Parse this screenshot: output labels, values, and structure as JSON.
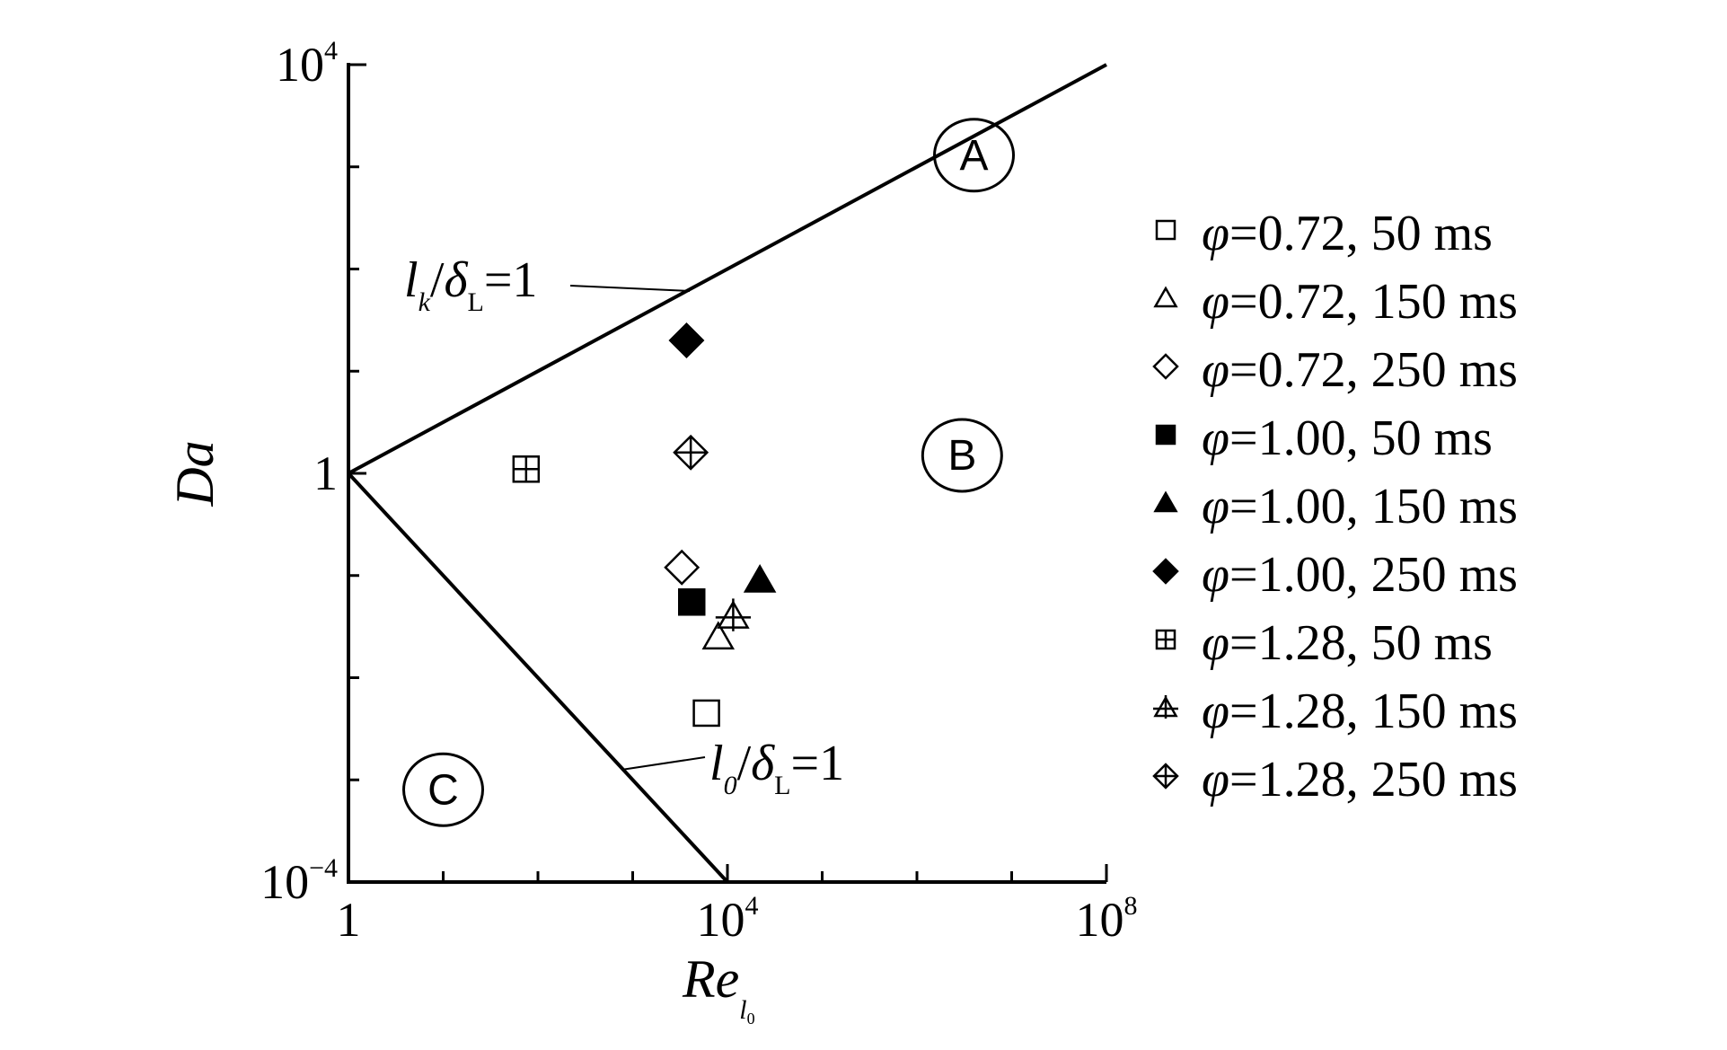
{
  "chart_data": {
    "type": "scatter",
    "title": "",
    "xlabel": {
      "main": "Re",
      "sub": "l",
      "subsub": "0"
    },
    "ylabel": "Da",
    "xscale": "log",
    "yscale": "log",
    "xlim": [
      1,
      100000000
    ],
    "ylim": [
      0.0001,
      10000
    ],
    "grid": false,
    "legend_position": "right",
    "x_ticks": [
      {
        "value": 1,
        "base": "1",
        "exp": ""
      },
      {
        "value": 10000,
        "base": "10",
        "exp": "4"
      },
      {
        "value": 100000000,
        "base": "10",
        "exp": "8"
      }
    ],
    "y_ticks": [
      {
        "value": 0.0001,
        "base": "10",
        "exp": "−4"
      },
      {
        "value": 1,
        "base": "1",
        "exp": ""
      },
      {
        "value": 10000,
        "base": "10",
        "exp": "4"
      }
    ],
    "boundary_lines": [
      {
        "name": "lk_line",
        "label": {
          "l": "l",
          "lsub": "k",
          "delta": "δ",
          "dsub": "L",
          "rest": "=1"
        },
        "points": [
          [
            1,
            1
          ],
          [
            100000000,
            10000
          ]
        ]
      },
      {
        "name": "l0_line",
        "label": {
          "l": "l",
          "lsub": "0",
          "delta": "δ",
          "dsub": "L",
          "rest": "=1"
        },
        "points": [
          [
            1,
            1
          ],
          [
            10000,
            0.0001
          ]
        ]
      }
    ],
    "regions": [
      {
        "label": "A",
        "x": 4000000,
        "y": 1300
      },
      {
        "label": "B",
        "x": 3000000,
        "y": 1.5
      },
      {
        "label": "C",
        "x": 10,
        "y": 0.0008
      }
    ],
    "series": [
      {
        "name": "φ=0.72, 50 ms",
        "phi": "φ",
        "rest": "=0.72, 50 ms",
        "marker": "square-open",
        "points": [
          [
            6000,
            0.0045
          ]
        ]
      },
      {
        "name": "φ=0.72, 150 ms",
        "phi": "φ",
        "rest": "=0.72, 150 ms",
        "marker": "triangle-open",
        "points": [
          [
            8000,
            0.025
          ]
        ]
      },
      {
        "name": "φ=0.72, 250 ms",
        "phi": "φ",
        "rest": "=0.72, 250 ms",
        "marker": "diamond-open",
        "points": [
          [
            3300,
            0.12
          ]
        ]
      },
      {
        "name": "φ=1.00, 50 ms",
        "phi": "φ",
        "rest": "=1.00, 50 ms",
        "marker": "square-filled",
        "points": [
          [
            4200,
            0.055
          ]
        ]
      },
      {
        "name": "φ=1.00, 150 ms",
        "phi": "φ",
        "rest": "=1.00, 150 ms",
        "marker": "triangle-filled",
        "points": [
          [
            22000,
            0.09
          ]
        ]
      },
      {
        "name": "φ=1.00, 250 ms",
        "phi": "φ",
        "rest": "=1.00, 250 ms",
        "marker": "diamond-filled",
        "points": [
          [
            3700,
            20
          ]
        ]
      },
      {
        "name": "φ=1.28, 50 ms",
        "phi": "φ",
        "rest": "=1.28, 50 ms",
        "marker": "square-cross",
        "points": [
          [
            75,
            1.1
          ]
        ]
      },
      {
        "name": "φ=1.28, 150 ms",
        "phi": "φ",
        "rest": "=1.28, 150 ms",
        "marker": "triangle-cross",
        "points": [
          [
            11500,
            0.04
          ]
        ]
      },
      {
        "name": "φ=1.28, 250 ms",
        "phi": "φ",
        "rest": "=1.28, 250 ms",
        "marker": "diamond-cross",
        "points": [
          [
            4100,
            1.6
          ]
        ]
      }
    ]
  }
}
